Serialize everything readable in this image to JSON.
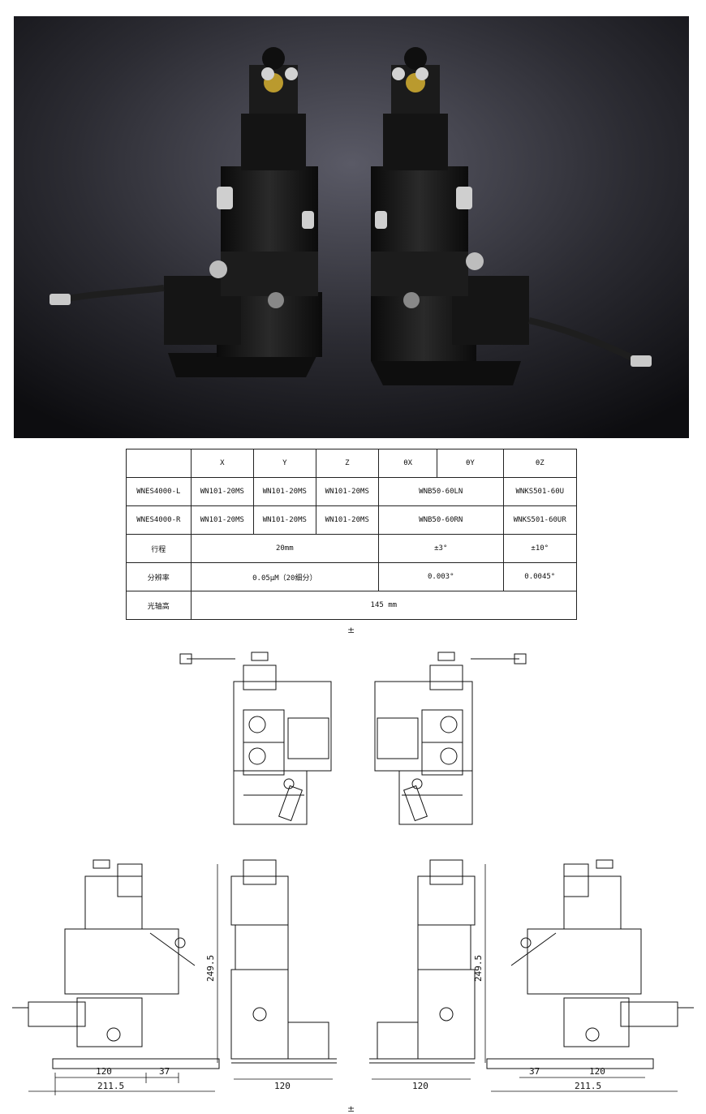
{
  "photo": {
    "description_icon": "stage-photo"
  },
  "table": {
    "header": [
      "",
      "X",
      "Y",
      "Z",
      "θX",
      "θY",
      "θZ"
    ],
    "rows": [
      {
        "label": "WNES4000-L",
        "x": "WN101-20MS",
        "y": "WN101-20MS",
        "z": "WN101-20MS",
        "theta_xy": "WNB50-60LN",
        "theta_z": "WNKS501-60U"
      },
      {
        "label": "WNES4000-R",
        "x": "WN101-20MS",
        "y": "WN101-20MS",
        "z": "WN101-20MS",
        "theta_xy": "WNB50-60RN",
        "theta_z": "WNKS501-60UR"
      }
    ],
    "stroke": {
      "label": "行程",
      "xyz": "20mm",
      "theta_xy": "±3°",
      "theta_z": "±10°"
    },
    "resolution": {
      "label": "分辨率",
      "xyz": "0.05μM（20细分）",
      "theta_xy": "0.003°",
      "theta_z": "0.0045°"
    },
    "optical_axis": {
      "label": "光轴高",
      "value": "145 mm"
    }
  },
  "marks": {
    "after_table": "±",
    "bottom": "±"
  },
  "dimensions": {
    "height_left": "249.5",
    "height_right": "249.5",
    "width_120_a": "120",
    "width_37_a": "37",
    "width_211_a": "211.5",
    "width_120_b": "120",
    "width_120_c": "120",
    "width_120_d": "120",
    "width_37_d": "37",
    "width_211_d": "211.5"
  }
}
